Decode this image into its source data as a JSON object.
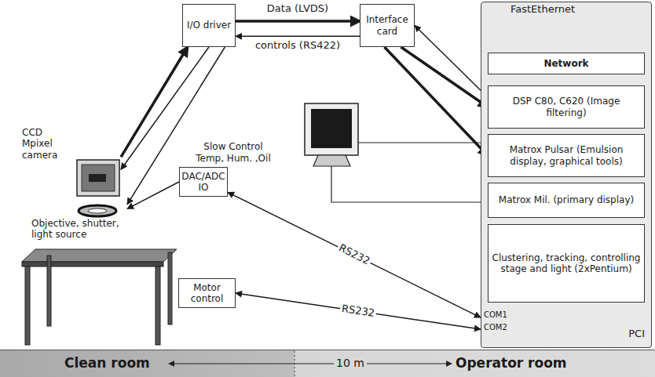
{
  "diagram": {
    "nodes": [
      {
        "text": [
          "I/O driver"
        ]
      },
      {
        "text": [
          "Interface card"
        ]
      },
      {
        "text": [
          "PCI"
        ]
      },
      {
        "text": [
          "Network"
        ],
        "in": 2
      },
      {
        "text": [
          "DSP C80, C620 (Image filtering)"
        ],
        "in": 2
      },
      {
        "text": [
          "Matrox Pulsar (Emulsion display, graphical tools)"
        ],
        "in": 2
      },
      {
        "text": [
          "Matrox Mil. (primary display)"
        ],
        "in": 2
      },
      {
        "text": [
          "Clustering, tracking, controlling stage and light (2xPentium)"
        ],
        "in": 2
      },
      {
        "text": [
          "CCD Mpixel camera"
        ]
      },
      {
        "text": [
          "Objective, shutter, light source"
        ]
      },
      {
        "text": [
          "Slow Control Temp, Hum. ,Oil",
          "DAC/ADC IO"
        ]
      },
      {
        "text": [
          "Motor control"
        ]
      }
    ],
    "edges": [
      {
        "from": 0,
        "to": 1,
        "label": "Data (LVDS)",
        "arrow": "to"
      },
      {
        "from": 1,
        "to": 0,
        "label": "controls (RS422)",
        "arrow": "to"
      },
      {
        "from": 8,
        "to": 0,
        "arrow": "to"
      },
      {
        "from": 0,
        "to": 8,
        "arrow": "to"
      },
      {
        "from": 0,
        "to": 9,
        "arrow": "to"
      },
      {
        "from": 1,
        "to": 4,
        "arrow": "to"
      },
      {
        "from": 1,
        "to": 5,
        "arrow": "to"
      },
      {
        "from": 2,
        "to": 1,
        "arrow": "to"
      },
      {
        "from": 10,
        "to": 9,
        "arrow": "to"
      },
      {
        "from": 10,
        "to": 2,
        "label": "RS232",
        "arrow": "both"
      },
      {
        "from": 11,
        "to": 2,
        "label": "RS232",
        "arrow": "both"
      }
    ],
    "labels": [
      "FastEthernet",
      "COM1",
      "COM2",
      "Clean room",
      "10 m",
      "Operator room"
    ]
  }
}
